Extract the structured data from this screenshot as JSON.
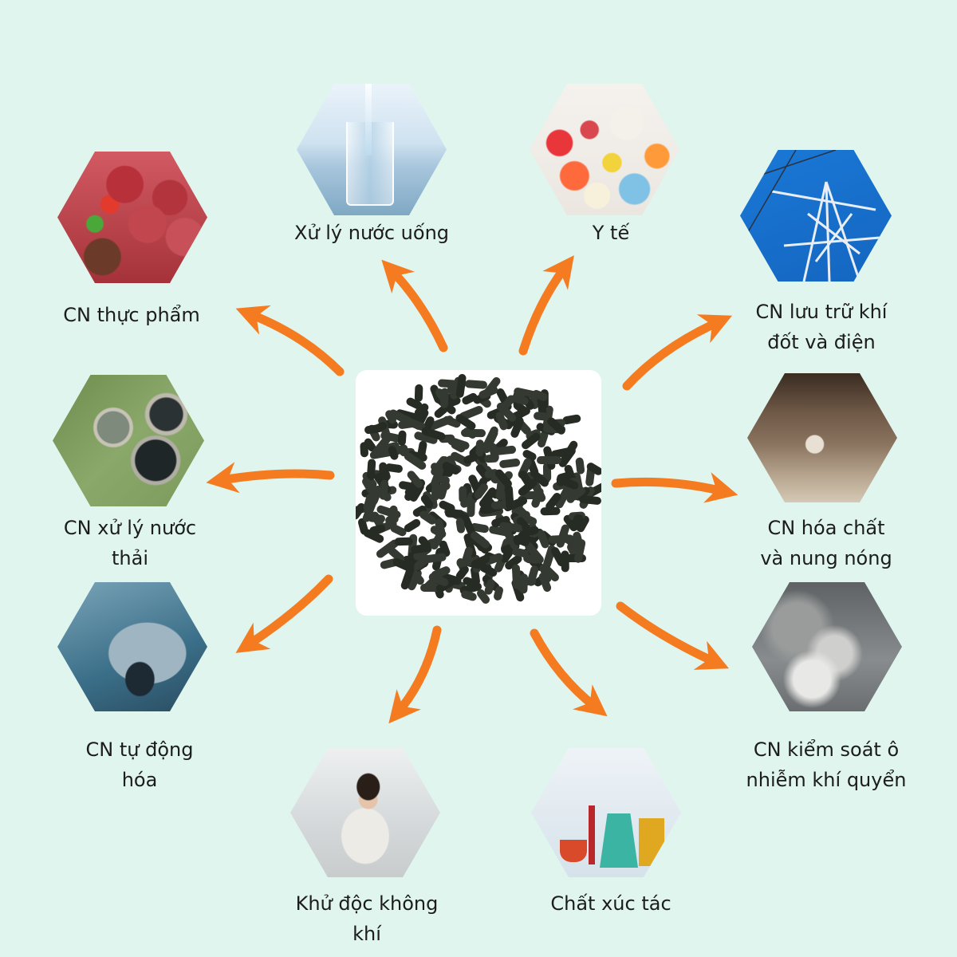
{
  "diagram": {
    "center": {
      "name": "activated-carbon-pellets",
      "description": "Black cylindrical activated carbon pellets on white background"
    },
    "accent_color": "#f47b20",
    "background_color": "#dff5ee",
    "text_color": "#1c1c1c",
    "applications": [
      {
        "id": "drinking-water",
        "label_lines": [
          "Xử lý nước uống"
        ],
        "image": "glass-of-water"
      },
      {
        "id": "medical",
        "label_lines": [
          "Y tế"
        ],
        "image": "colorful-pills"
      },
      {
        "id": "food-industry",
        "label_lines": [
          "CN thực phẩm"
        ],
        "image": "raw-meat-and-vegetables"
      },
      {
        "id": "gas-electric-storage",
        "label_lines": [
          "CN lưu trữ khí",
          "đốt và điện"
        ],
        "image": "power-transmission-tower"
      },
      {
        "id": "wastewater",
        "label_lines": [
          "CN xử lý nước",
          "thải"
        ],
        "image": "wastewater-treatment-plant"
      },
      {
        "id": "chemical-heating",
        "label_lines": [
          "CN hóa chất",
          "và nung nóng"
        ],
        "image": "industrial-furnace-worker"
      },
      {
        "id": "automation",
        "label_lines": [
          "CN tự động",
          "hóa"
        ],
        "image": "car-wireframe"
      },
      {
        "id": "air-pollution-control",
        "label_lines": [
          "CN kiểm soát ô",
          "nhiễm khí quyển"
        ],
        "image": "smokestack-emissions"
      },
      {
        "id": "air-detox",
        "label_lines": [
          "Khử độc không",
          "khí"
        ],
        "image": "woman-covering-nose"
      },
      {
        "id": "catalyst",
        "label_lines": [
          "Chất xúc tác"
        ],
        "image": "laboratory-glassware"
      }
    ]
  }
}
